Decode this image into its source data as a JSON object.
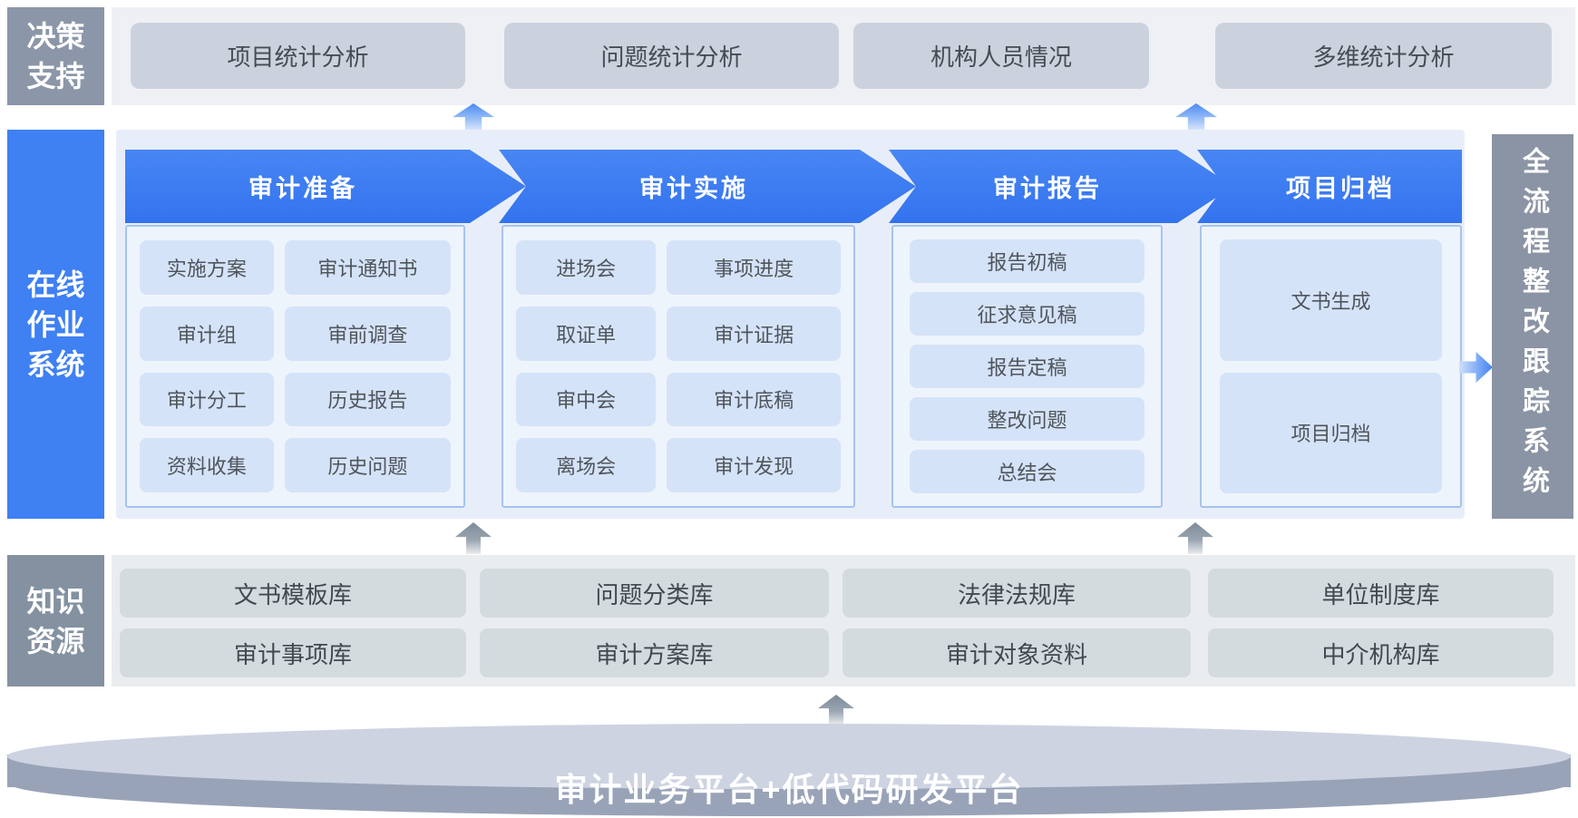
{
  "colors": {
    "accent_blue": "#3f80f3",
    "header_blue": "#3d7ef2",
    "rail_gray": "#8b96a8",
    "tracking_panel_gray": "#8b94a4",
    "card_blue": "#d5e3f8",
    "stat_box_gray": "#ccd2dd",
    "knowledge_box_gray": "#d4dbdf",
    "cylinder_top": "#cdd3e1",
    "cylinder_body": "#99a3b8"
  },
  "decision_support": {
    "label": "决策支持",
    "label_line1": "决策",
    "label_line2": "支持",
    "items": [
      "项目统计分析",
      "问题统计分析",
      "机构人员情况",
      "多维统计分析"
    ]
  },
  "online_work": {
    "label": "在线作业系统",
    "label_line1": "在线",
    "label_line2": "作业",
    "label_line3": "系统",
    "col1": {
      "header": "审计准备",
      "r1c1": "实施方案",
      "r1c2": "审计通知书",
      "r2c1": "审计组",
      "r2c2": "审前调查",
      "r3c1": "审计分工",
      "r3c2": "历史报告",
      "r4c1": "资料收集",
      "r4c2": "历史问题"
    },
    "col2": {
      "header": "审计实施",
      "r1c1": "进场会",
      "r1c2": "事项进度",
      "r2c1": "取证单",
      "r2c2": "审计证据",
      "r3c1": "审中会",
      "r3c2": "审计底稿",
      "r4c1": "离场会",
      "r4c2": "审计发现"
    },
    "col3": {
      "header": "审计报告",
      "items": [
        "报告初稿",
        "征求意见稿",
        "报告定稿",
        "整改问题",
        "总结会"
      ]
    },
    "col4": {
      "header": "项目归档",
      "items": [
        "文书生成",
        "项目归档"
      ]
    }
  },
  "tracking_system": {
    "label": "全流程整改跟踪系统"
  },
  "knowledge": {
    "label": "知识资源",
    "label_line1": "知识",
    "label_line2": "资源",
    "row1": [
      "文书模板库",
      "问题分类库",
      "法律法规库",
      "单位制度库"
    ],
    "row2": [
      "审计事项库",
      "审计方案库",
      "审计对象资料",
      "中介机构库"
    ]
  },
  "platform": {
    "label": "审计业务平台+低代码研发平台"
  }
}
